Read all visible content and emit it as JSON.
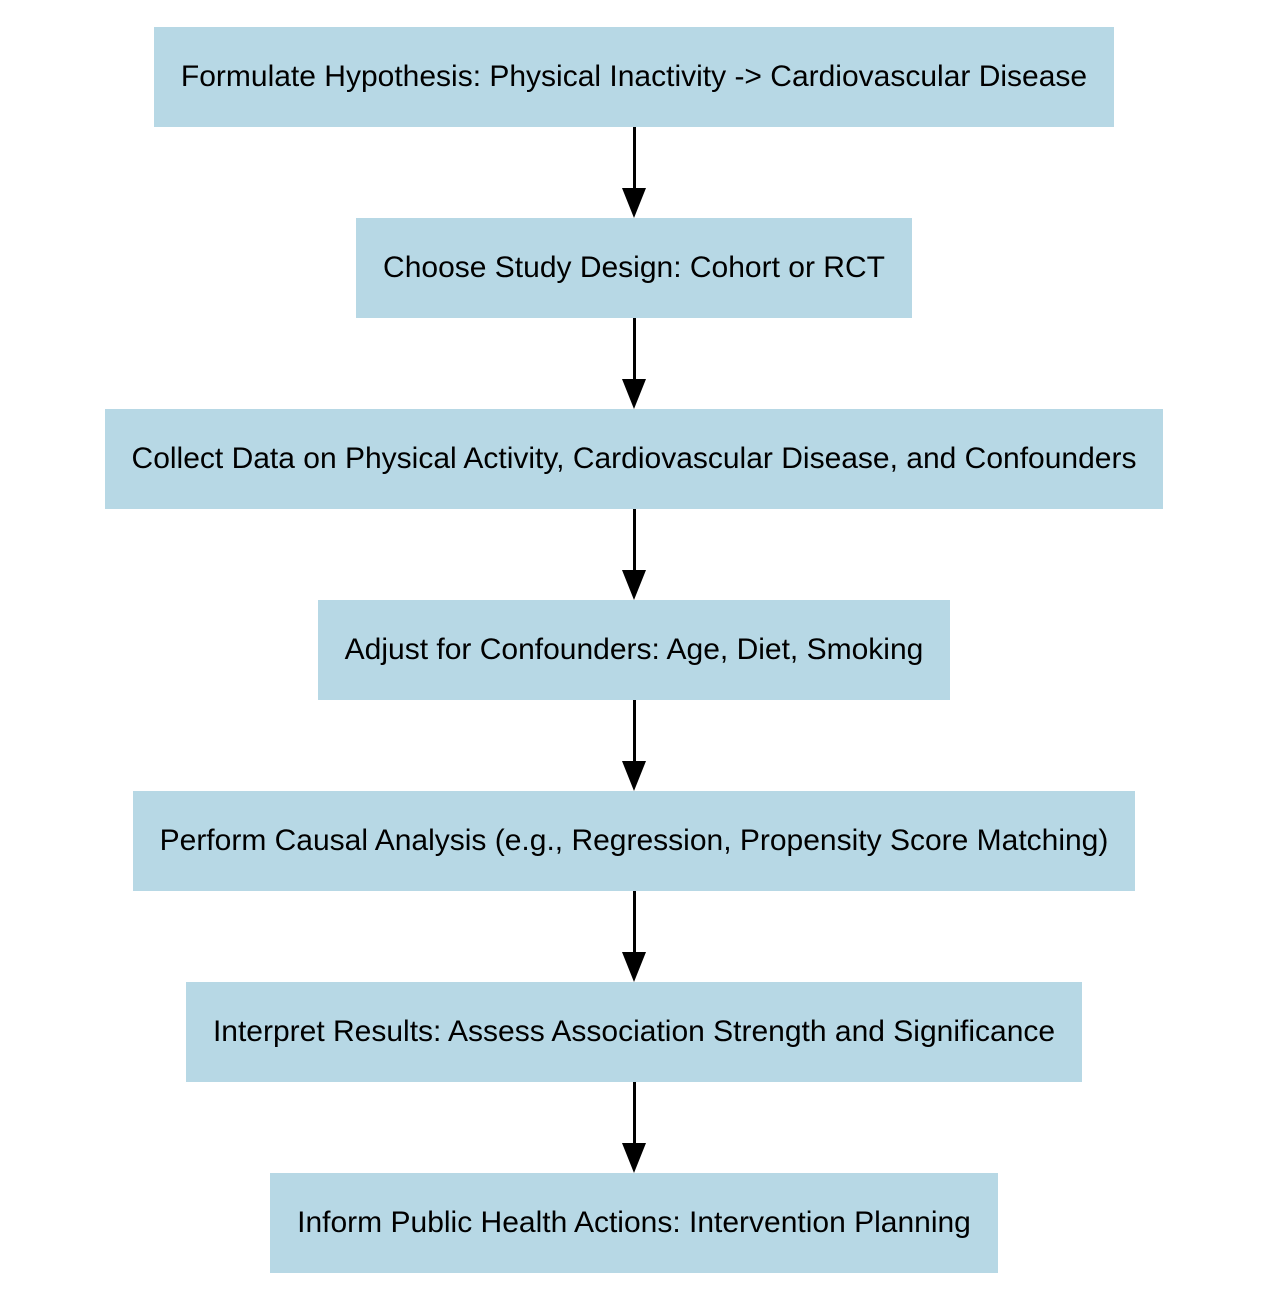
{
  "diagram": {
    "type": "flowchart",
    "direction": "top-down",
    "colors": {
      "node_fill": "#b7d8e5",
      "node_text": "#000000",
      "arrow": "#000000",
      "background": "#ffffff"
    },
    "nodes": [
      {
        "id": "formulate-hypothesis",
        "label": "Formulate Hypothesis: Physical Inactivity -> Cardiovascular Disease"
      },
      {
        "id": "choose-study-design",
        "label": "Choose Study Design: Cohort or RCT"
      },
      {
        "id": "collect-data",
        "label": "Collect Data on Physical Activity, Cardiovascular Disease, and Confounders"
      },
      {
        "id": "adjust-for-confounders",
        "label": "Adjust for Confounders: Age, Diet, Smoking"
      },
      {
        "id": "perform-causal-analysis",
        "label": "Perform Causal Analysis (e.g., Regression, Propensity Score Matching)"
      },
      {
        "id": "interpret-results",
        "label": "Interpret Results: Assess Association Strength and Significance"
      },
      {
        "id": "inform-public-health",
        "label": "Inform Public Health Actions: Intervention Planning"
      }
    ],
    "edges": [
      {
        "from": "formulate-hypothesis",
        "to": "choose-study-design"
      },
      {
        "from": "choose-study-design",
        "to": "collect-data"
      },
      {
        "from": "collect-data",
        "to": "adjust-for-confounders"
      },
      {
        "from": "adjust-for-confounders",
        "to": "perform-causal-analysis"
      },
      {
        "from": "perform-causal-analysis",
        "to": "interpret-results"
      },
      {
        "from": "interpret-results",
        "to": "inform-public-health"
      }
    ]
  }
}
